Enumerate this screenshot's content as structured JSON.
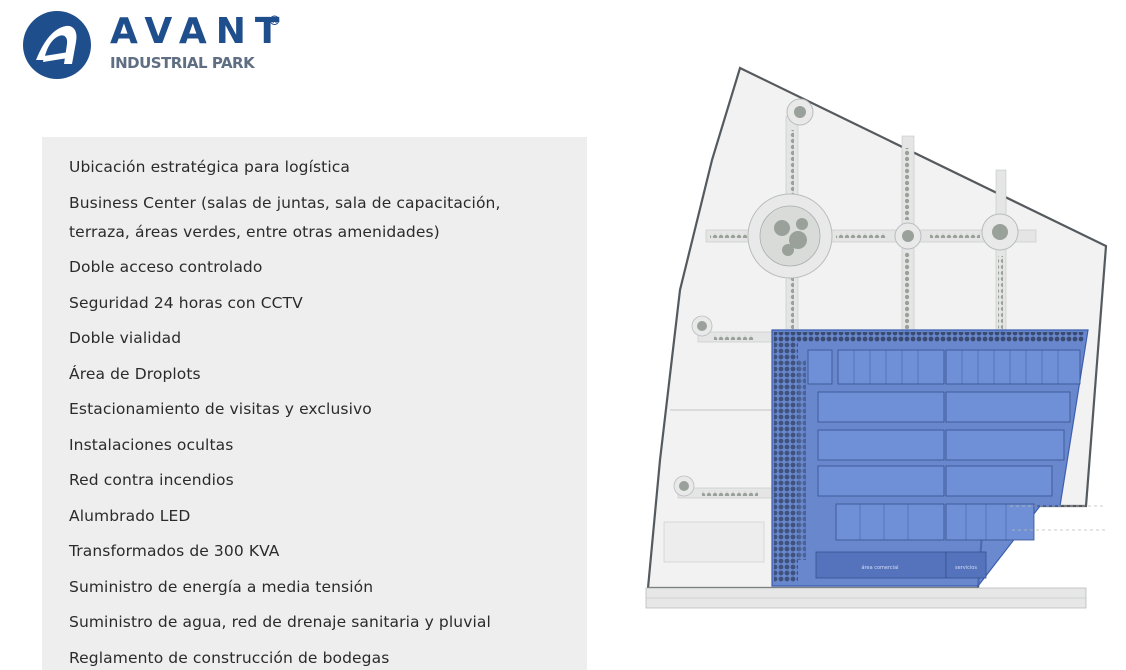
{
  "brand": {
    "name": "AVANT",
    "registered": "®",
    "subtitle": "INDUSTRIAL PARK",
    "color": "#1f4e8c"
  },
  "features": [
    "Ubicación estratégica para logística",
    "Business Center (salas de juntas, sala de capacitación, terraza, áreas verdes, entre otras amenidades)",
    "Doble acceso controlado",
    "Seguridad 24 horas con CCTV",
    "Doble vialidad",
    "Área de Droplots",
    "Estacionamiento de visitas y exclusivo",
    "Instalaciones ocultas",
    "Red contra incendios",
    "Alumbrado LED",
    "Transformados de 300 KVA",
    "Suministro de energía a media tensión",
    "Suministro de agua, red de drenaje sanitaria y pluvial",
    "Reglamento de construcción de bodegas"
  ],
  "site_plan": {
    "label_commercial": "área comercial",
    "label_services": "servicios",
    "highlight_color": "#4a6fc4"
  }
}
